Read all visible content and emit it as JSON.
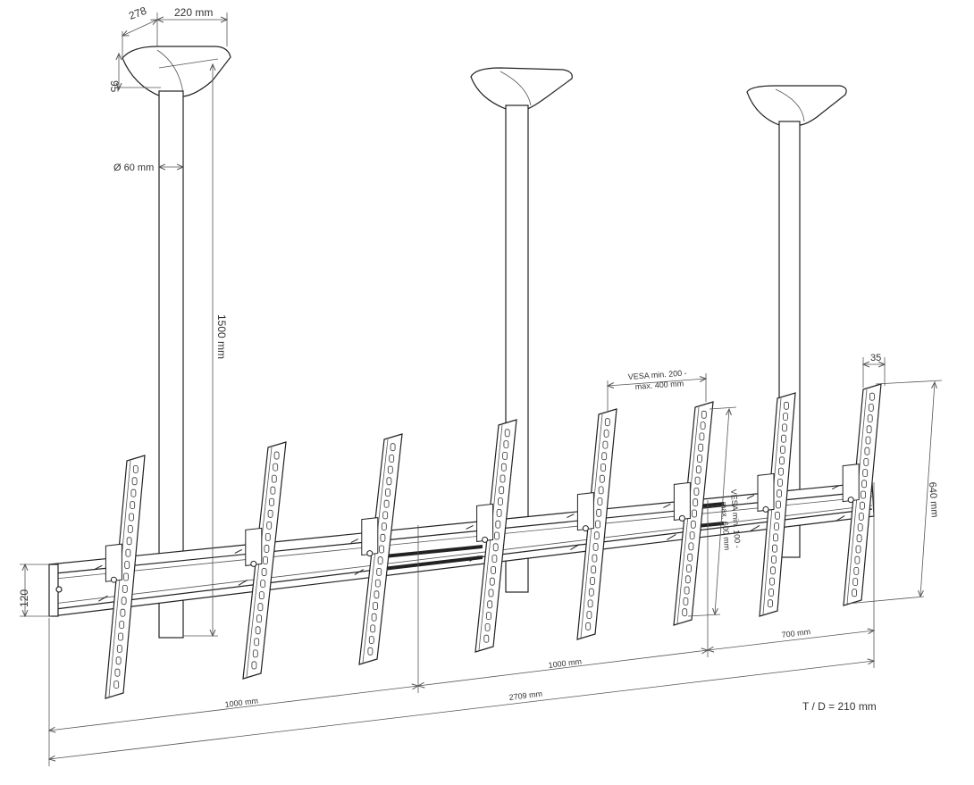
{
  "dimensions": {
    "canopy_depth": "278",
    "canopy_width": "220 mm",
    "canopy_height": "95",
    "pole_diameter": "Ø 60 mm",
    "pole_length": "1500 mm",
    "rail_height": "120",
    "span_left": "1000 mm",
    "span_middle": "1000 mm",
    "span_right": "700 mm",
    "total_length": "2709 mm",
    "bracket_width": "35",
    "bracket_height": "640 mm",
    "vesa_horizontal_line1": "VESA min. 200 -",
    "vesa_horizontal_line2": "max. 400 mm",
    "vesa_vertical_line1": "VESA min. 100 -",
    "vesa_vertical_line2": "max. 600 mm",
    "tilt_distance": "T / D = 210 mm"
  },
  "colors": {
    "line": "#222222",
    "dimension": "#555555",
    "text": "#333333",
    "background": "#ffffff"
  }
}
